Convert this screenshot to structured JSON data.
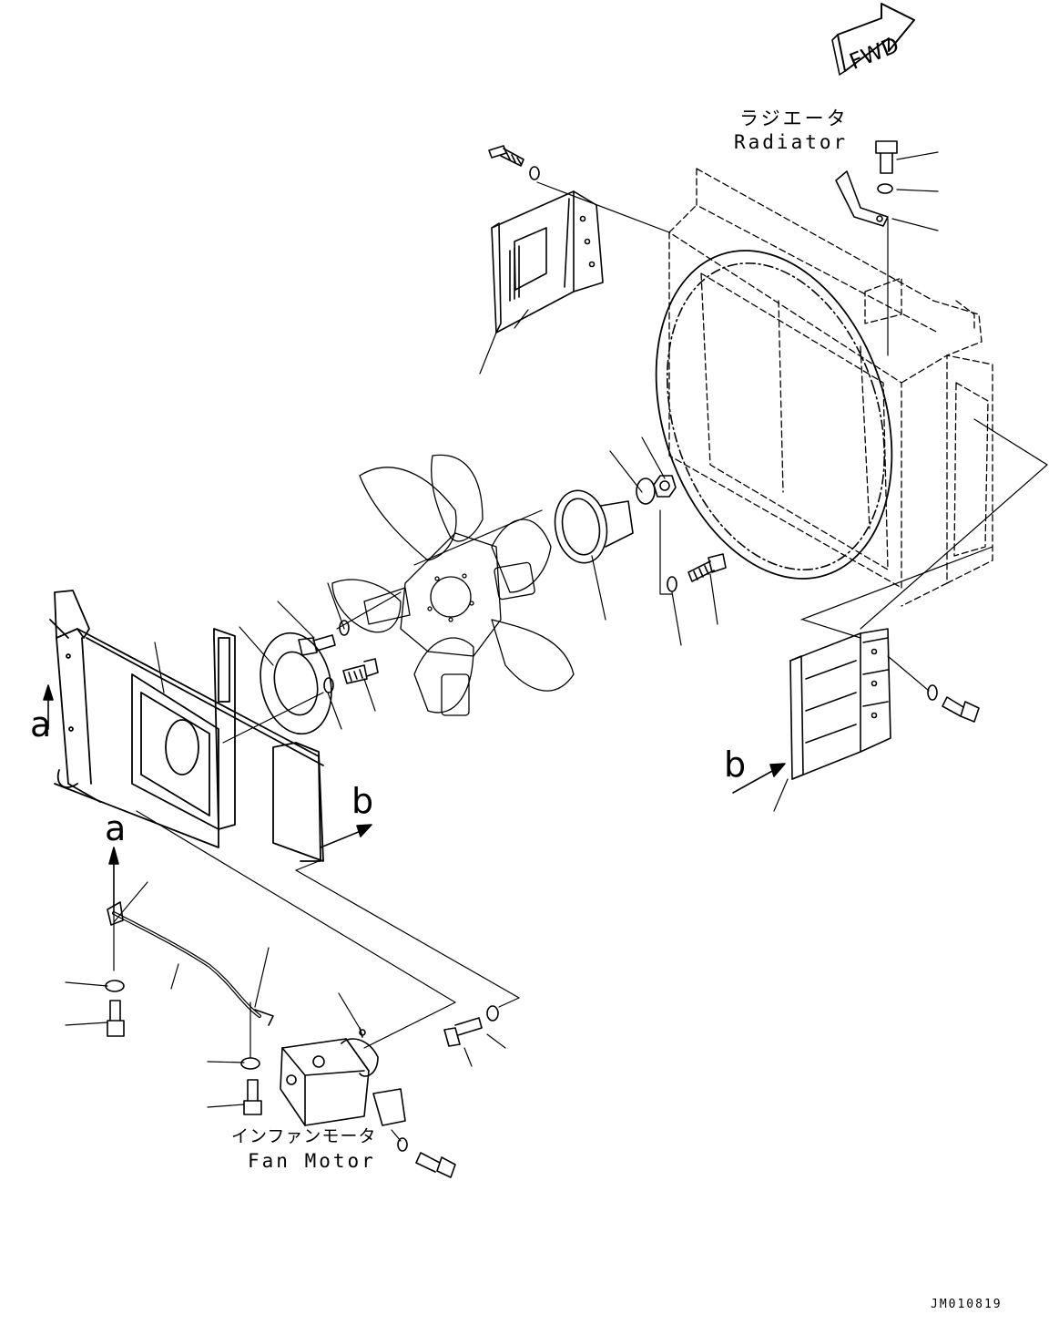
{
  "fwd_label": "FWD",
  "radiator": {
    "label_jp": "ラジエータ",
    "label_en": "Radiator"
  },
  "fan_motor": {
    "label_jp": "インファンモータ",
    "label_en": "Fan Motor"
  },
  "ref_letters": [
    "a",
    "a",
    "b",
    "b"
  ],
  "drawing_code": "JM010819"
}
